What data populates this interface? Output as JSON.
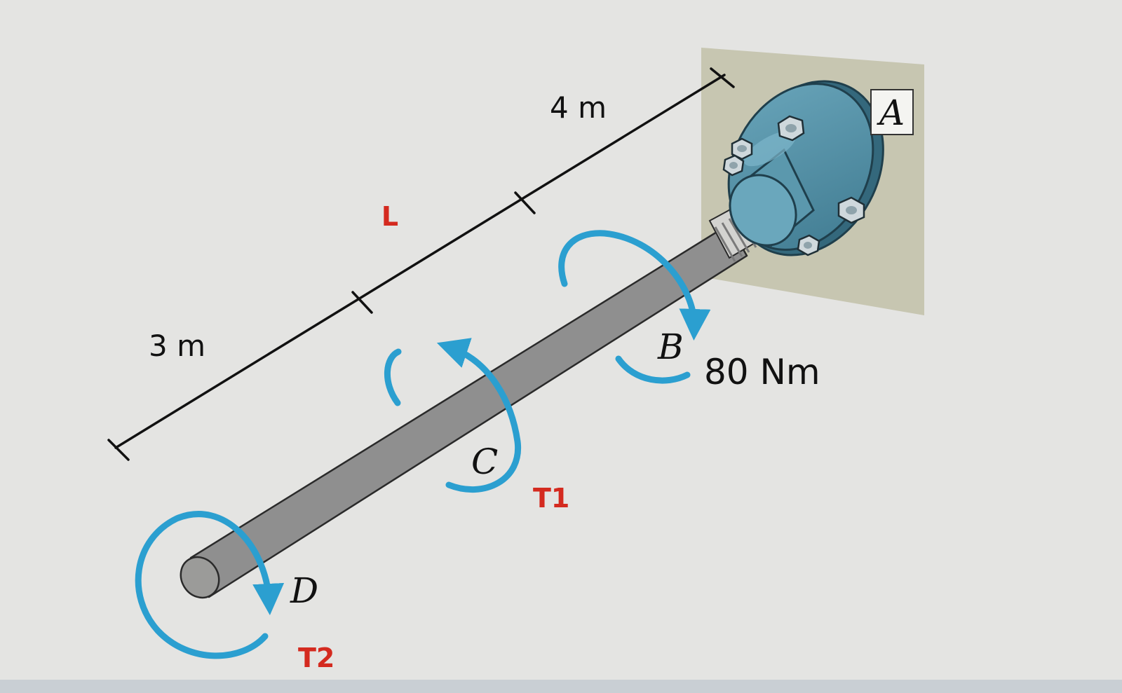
{
  "dimensions": {
    "seg_db": "3 m",
    "seg_cb": "L",
    "seg_ba": "4 m"
  },
  "points": {
    "a": "A",
    "b": "B",
    "c": "C",
    "d": "D"
  },
  "loads": {
    "b_torque": "80 Nm",
    "c_torque": "T1",
    "d_torque": "T2"
  },
  "colors": {
    "arrow": "#2b9fd0",
    "variable_label": "#d42a1f",
    "flange": "#4f8ea4",
    "wall": "#c7c6b1",
    "shaft": "#bdbdbb",
    "dimension_line": "#111111"
  }
}
